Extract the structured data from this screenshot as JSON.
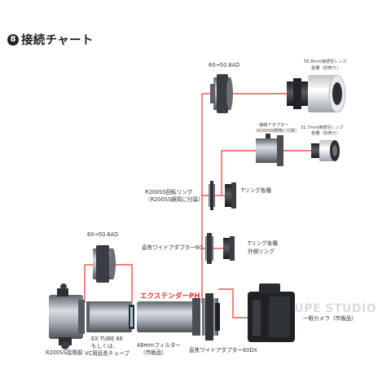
{
  "title": {
    "number": "8",
    "text": "接続チャート"
  },
  "labels": {
    "top_adapter": "60→50.8AD",
    "lens_50_line1": "50.8mm接続径レンズ",
    "lens_50_line2": "各種（別売り）",
    "adapter_31_line1": "接眼アダプター",
    "adapter_31_line2": "（R200SS鏡筒に付属）",
    "lens_31_line1": "31.7mm接続径レンズ",
    "lens_31_line2": "各種（別売り）",
    "ring_line1": "R200SS回転リング",
    "ring_line2": "（R200SS鏡筒に付属）",
    "tring": "Tリング各種",
    "wide60": "直焦ワイドアダプター60",
    "tring_outer_line1": "Tリング各種",
    "tring_outer_line2": "外側リング",
    "left_adapter": "60→50.8AD",
    "extender": "エクステンダーPH",
    "camera": "一眼カメラ（市販品）",
    "ex_tube_line1": "EX TUBE 66",
    "ex_tube_line2": "もしくは、",
    "ex_tube_line3": "VC用延長チューブ",
    "filter_line1": "48mmフィルター",
    "filter_line2": "（市販品）",
    "focuser": "R200SS接眼部",
    "wide60dx": "直焦ワイドアダプター60DX",
    "watermark": "LOUPE STUDIO"
  },
  "colors": {
    "connector": "#e8332a",
    "metal": "#8d9299",
    "dark": "#2b2d31"
  }
}
